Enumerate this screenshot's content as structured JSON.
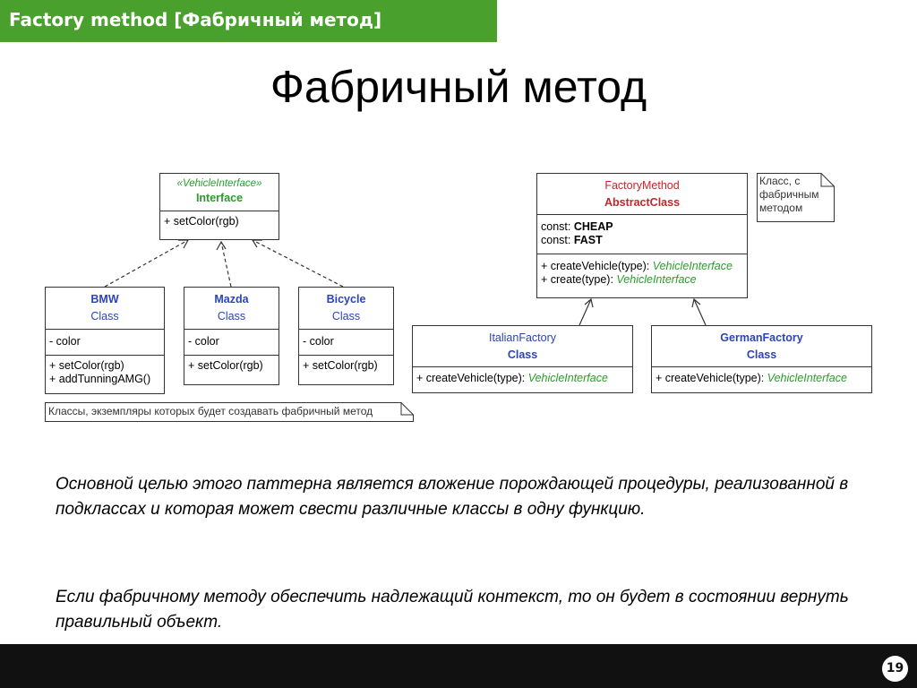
{
  "header": {
    "topbar_title": "Factory method [Фабричный метод]",
    "slide_title": "Фабричный метод",
    "bar_color": "#4aa02c"
  },
  "diagram_left": {
    "interface": {
      "stereotype": "«VehicleInterface»",
      "name": "Interface",
      "method": "+ setColor(rgb)"
    },
    "classes": [
      {
        "name": "BMW",
        "kind": "Class",
        "field": "- color",
        "methods": [
          "+ setColor(rgb)",
          "+ addTunningAMG()"
        ]
      },
      {
        "name": "Mazda",
        "kind": "Class",
        "field": "- color",
        "methods": [
          "+ setColor(rgb)"
        ]
      },
      {
        "name": "Bicycle",
        "kind": "Class",
        "field": "- color",
        "methods": [
          "+ setColor(rgb)"
        ]
      }
    ],
    "note": "Классы, экземпляры которых будет создавать фабричный метод"
  },
  "diagram_right": {
    "abstract": {
      "name": "FactoryMethod",
      "kind": "AbstractClass",
      "const1_prefix": "const: ",
      "const1_value": "CHEAP",
      "const2_prefix": "const: ",
      "const2_value": "FAST",
      "method1_sig": "+ createVehicle(type): ",
      "method1_ret": "VehicleInterface",
      "method2_sig": "+ create(type): ",
      "method2_ret": "VehicleInterface"
    },
    "note_lines": [
      "Класс, с",
      "фабричным",
      "методом"
    ],
    "factories": [
      {
        "name": "ItalianFactory",
        "kind": "Class",
        "method_sig": "+  createVehicle(type): ",
        "method_ret": "VehicleInterface"
      },
      {
        "name": "GermanFactory",
        "kind": "Class",
        "method_sig": "+  createVehicle(type): ",
        "method_ret": "VehicleInterface"
      }
    ]
  },
  "body": {
    "paragraph1": "Основной целью этого паттерна является вложение порождающей процедуры, реализованной в подклассах и которая может свести различные классы в одну функцию.",
    "paragraph2": "Если фабричному методу обеспечить надлежащий контекст, то он будет в состоянии вернуть правильный объект."
  },
  "footer": {
    "page_number": "19"
  }
}
